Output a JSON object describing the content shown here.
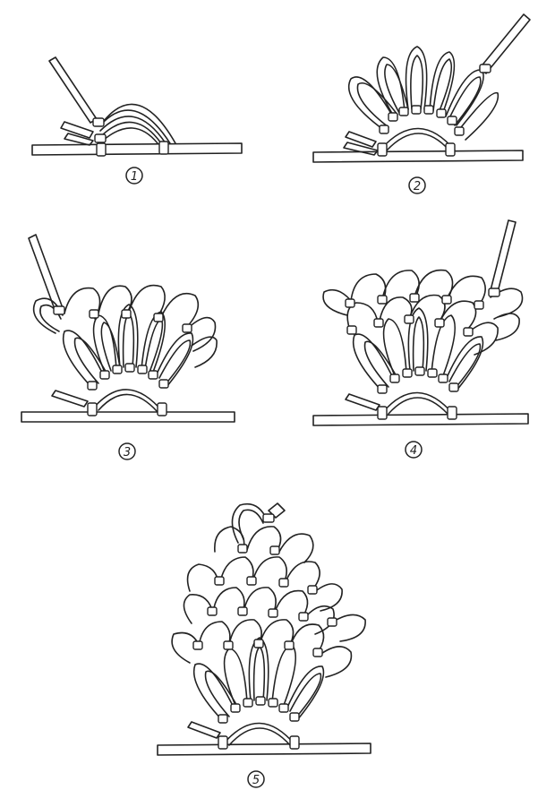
{
  "steps": [
    {
      "label": "1"
    },
    {
      "label": "2"
    },
    {
      "label": "3"
    },
    {
      "label": "4"
    },
    {
      "label": "5"
    }
  ],
  "colors": {
    "ink": "#222222",
    "paper": "#ffffff"
  }
}
